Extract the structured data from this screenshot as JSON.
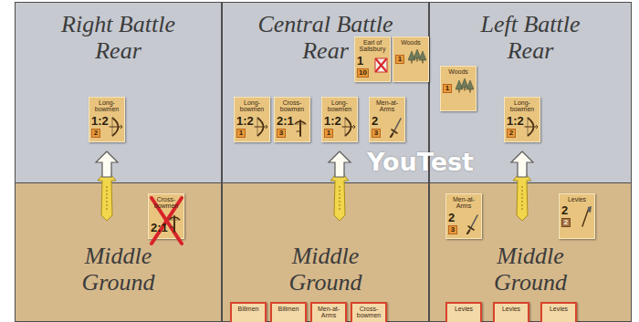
{
  "diagram": {
    "nodes": [
      {
        "text": [
          "Right Battle Rear"
        ]
      },
      {
        "text": [
          "Long-bowmen",
          "1:2",
          "2"
        ],
        "in": 0
      },
      {
        "text": [
          "Central Battle Rear"
        ]
      },
      {
        "text": [
          "Earl of Salisbury",
          "1",
          "10"
        ],
        "in": 2
      },
      {
        "text": [
          "Woods",
          "1"
        ],
        "in": 2
      },
      {
        "text": [
          "Long-bowmen",
          "1:2",
          "1"
        ],
        "in": 2
      },
      {
        "text": [
          "Cross-bowmen",
          "2:1",
          "3"
        ],
        "in": 2
      },
      {
        "text": [
          "Long-bowmen",
          "1:2",
          "1"
        ],
        "in": 2
      },
      {
        "text": [
          "Men-at-Arms",
          "2",
          "3"
        ],
        "in": 2
      },
      {
        "text": [
          "Left Battle Rear"
        ]
      },
      {
        "text": [
          "Woods",
          "1"
        ],
        "in": 9
      },
      {
        "text": [
          "Long-bowmen",
          "1:2",
          "2"
        ],
        "in": 9
      },
      {
        "text": [
          "Middle Ground"
        ]
      },
      {
        "text": [
          "Cross-bowmen",
          "2:1"
        ],
        "in": 12
      },
      {
        "text": [
          "Middle Ground"
        ]
      },
      {
        "text": [
          "Billmen"
        ],
        "in": 14
      },
      {
        "text": [
          "Billmen"
        ],
        "in": 14
      },
      {
        "text": [
          "Men-at-Arms"
        ],
        "in": 14
      },
      {
        "text": [
          "Cross-bowmen"
        ],
        "in": 14
      },
      {
        "text": [
          "Middle Ground"
        ]
      },
      {
        "text": [
          "Men-at-Arms",
          "2",
          "3"
        ],
        "in": 19
      },
      {
        "text": [
          "Levies",
          "2",
          "2"
        ],
        "in": 19
      },
      {
        "text": [
          "Levies"
        ],
        "in": 19
      },
      {
        "text": [
          "Levies"
        ],
        "in": 19
      },
      {
        "text": [
          "Levies"
        ],
        "in": 19
      }
    ],
    "labels": [
      "YouTest"
    ]
  }
}
